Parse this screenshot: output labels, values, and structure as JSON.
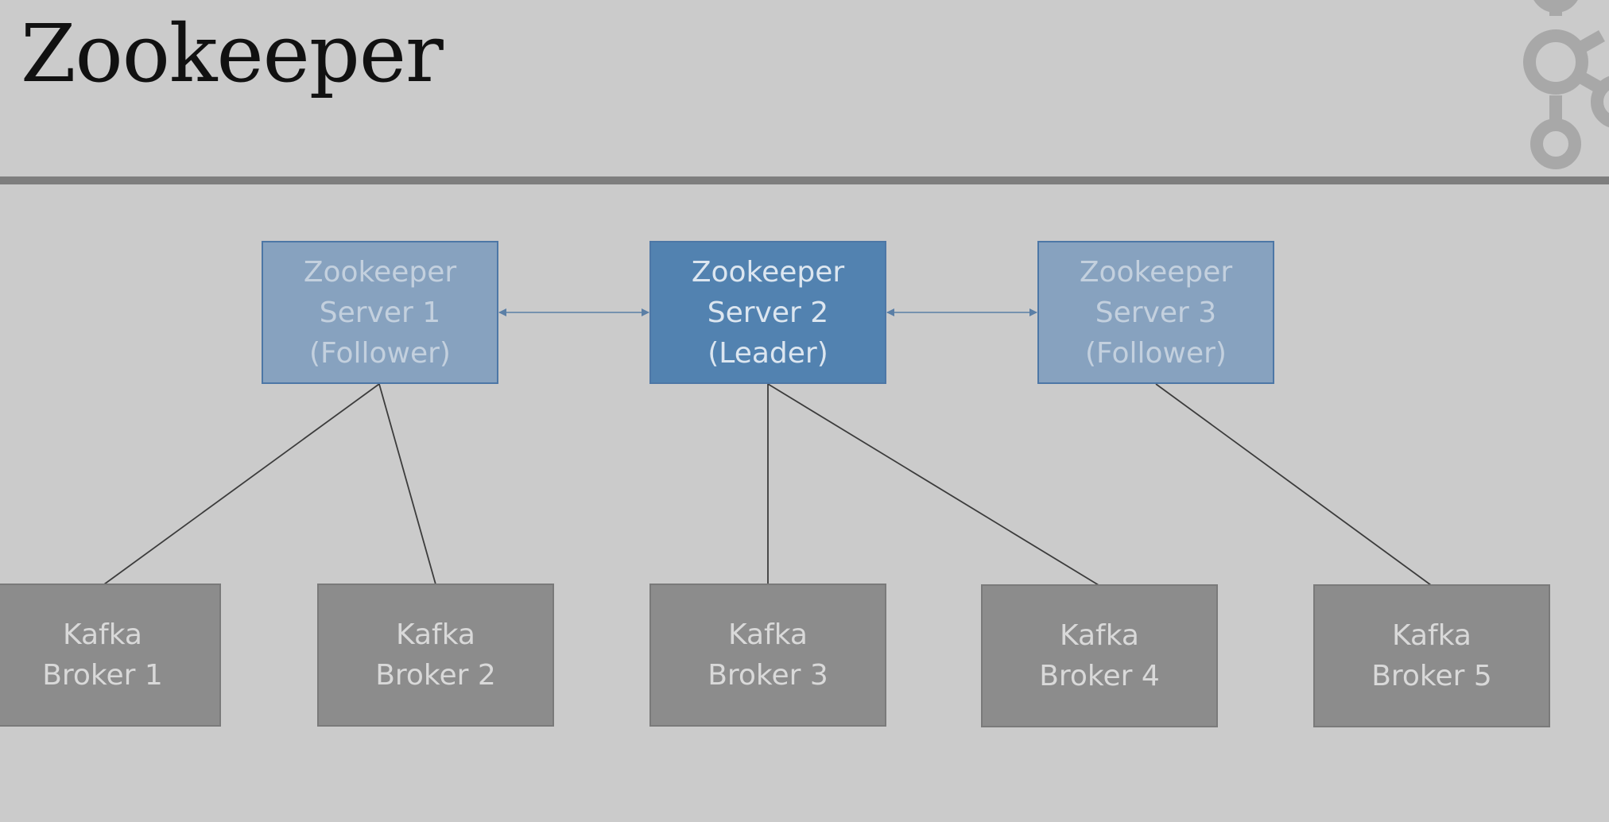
{
  "slide": {
    "title": "Zookeeper"
  },
  "logo": {
    "icon": "kafka-logo-icon",
    "color": "#a8a8a8"
  },
  "colors": {
    "background": "#cbcbcb",
    "follower_fill": "#87a2bf",
    "leader_fill": "#5282b0",
    "broker_fill": "#8c8c8c",
    "connector": "#3c3c3c",
    "arrow": "#5b7fa6"
  },
  "zookeeper_servers": [
    {
      "line1": "Zookeeper",
      "line2": "Server 1",
      "role": "(Follower)"
    },
    {
      "line1": "Zookeeper",
      "line2": "Server 2",
      "role": "(Leader)"
    },
    {
      "line1": "Zookeeper",
      "line2": "Server 3",
      "role": "(Follower)"
    }
  ],
  "brokers": [
    {
      "line1": "Kafka",
      "line2": "Broker 1"
    },
    {
      "line1": "Kafka",
      "line2": "Broker 2"
    },
    {
      "line1": "Kafka",
      "line2": "Broker 3"
    },
    {
      "line1": "Kafka",
      "line2": "Broker 4"
    },
    {
      "line1": "Kafka",
      "line2": "Broker 5"
    }
  ]
}
